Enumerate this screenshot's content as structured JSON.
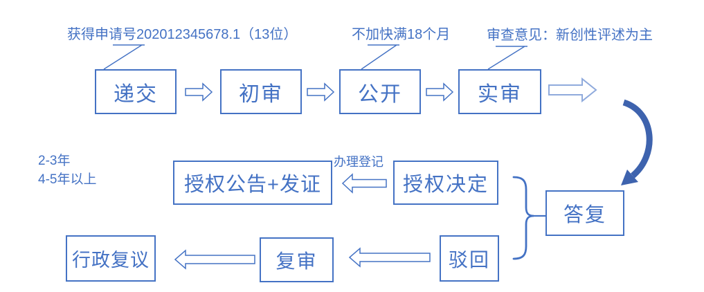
{
  "colors": {
    "accent_blue": "#4472C4",
    "light_blue": "#8FAADC",
    "curved_arrow_blue": "#3E63AE",
    "background": "#FFFFFF"
  },
  "diagram": {
    "type": "flowchart",
    "topic": "patent application process (Chinese)"
  },
  "annotations": {
    "application_number": "获得申请号202012345678.1（13位）",
    "publication_wait": "不加快满18个月",
    "examination_opinion": "审查意见：新创性评述为主",
    "duration_line1": "2-3年",
    "duration_line2": "4-5年以上",
    "registration": "办理登记"
  },
  "boxes": {
    "submit": "递交",
    "preliminary": "初审",
    "publication": "公开",
    "substantive": "实审",
    "grant_notice": "授权公告+发证",
    "grant_decision": "授权决定",
    "reply": "答复",
    "admin_review": "行政复议",
    "reexamination": "复审",
    "rejection": "驳回"
  },
  "flow": [
    "递交 → 初审 → 公开 → 实审 → 答复",
    "答复 → 授权决定 → 授权公告+发证",
    "答复 → 驳回 → 复审 → 行政复议"
  ]
}
